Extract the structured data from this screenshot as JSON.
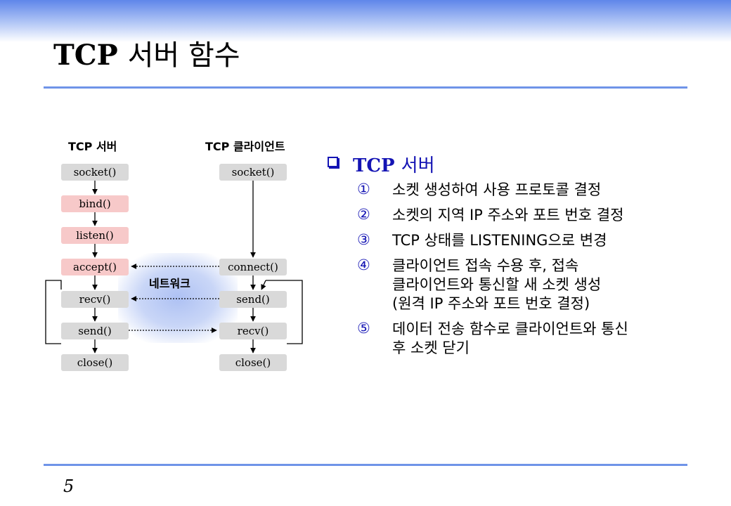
{
  "slide": {
    "title_en": "TCP",
    "title_ko": "서버 함수",
    "page_number": "5"
  },
  "diagram": {
    "server_header": "TCP 서버",
    "client_header": "TCP 클라이언트",
    "network_label": "네트워크",
    "server_steps": [
      "socket()",
      "bind()",
      "listen()",
      "accept()",
      "recv()",
      "send()",
      "close()"
    ],
    "client_steps": [
      "socket()",
      "connect()",
      "send()",
      "recv()",
      "close()"
    ],
    "highlight_color": "#f7c9c9",
    "box_color": "#d9d9d9"
  },
  "panel": {
    "heading_en": "TCP",
    "heading_ko": "서버",
    "items": [
      {
        "num": "①",
        "text": "소켓 생성하여 사용 프로토콜 결정"
      },
      {
        "num": "②",
        "text": "소켓의 지역 IP 주소와 포트 번호 결정"
      },
      {
        "num": "③",
        "text": "TCP 상태를 LISTENING으로 변경"
      },
      {
        "num": "④",
        "text": "클라이언트 접속 수용 후, 접속\n클라이언트와 통신할 새 소켓 생성\n(원격 IP 주소와 포트 번호 결정)"
      },
      {
        "num": "⑤",
        "text": "데이터 전송 함수로 클라이언트와 통신\n후 소켓 닫기"
      }
    ],
    "accent_color": "#1414b4"
  }
}
